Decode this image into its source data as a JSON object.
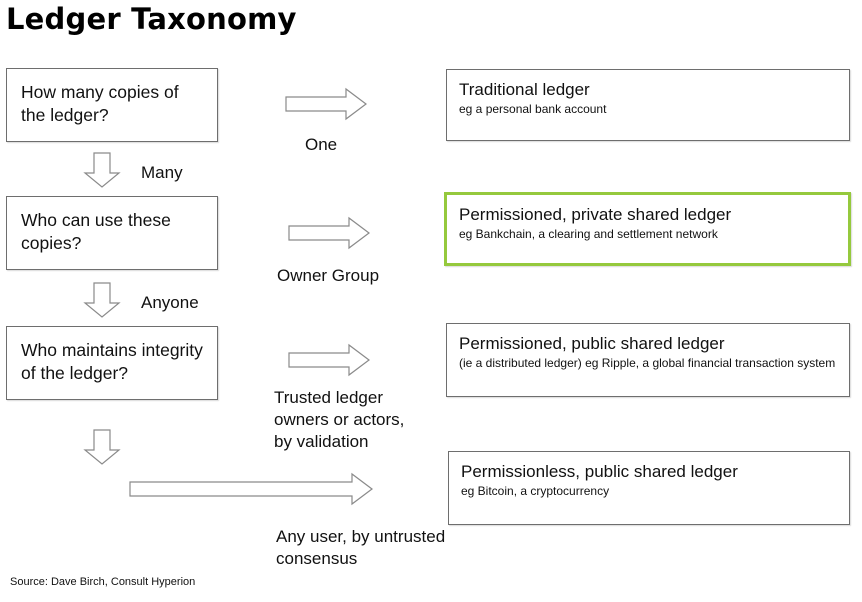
{
  "title": "Ledger Taxonomy",
  "questions": [
    "How many copies of the ledger?",
    "Who can use these copies?",
    "Who maintains integrity of the ledger?"
  ],
  "down_labels": [
    "Many",
    "Anyone"
  ],
  "branch_labels": [
    "One",
    "Owner Group",
    "Trusted ledger owners or actors, by validation",
    "Any user, by untrusted consensus"
  ],
  "results": [
    {
      "title": "Traditional ledger",
      "desc": "eg a personal bank account"
    },
    {
      "title": "Permissioned, private shared ledger",
      "desc": "eg Bankchain, a clearing and settlement network"
    },
    {
      "title": "Permissioned, public shared ledger",
      "desc": "(ie a distributed ledger) eg Ripple, a global financial transaction system"
    },
    {
      "title": "Permissionless, public shared ledger",
      "desc": "eg Bitcoin, a cryptocurrency"
    }
  ],
  "highlighted_result": 1,
  "source": "Source: Dave Birch, Consult Hyperion",
  "colors": {
    "highlight_border": "#95c93d",
    "box_border": "#6e6e6e",
    "arrow_stroke": "#8a8a8a"
  }
}
